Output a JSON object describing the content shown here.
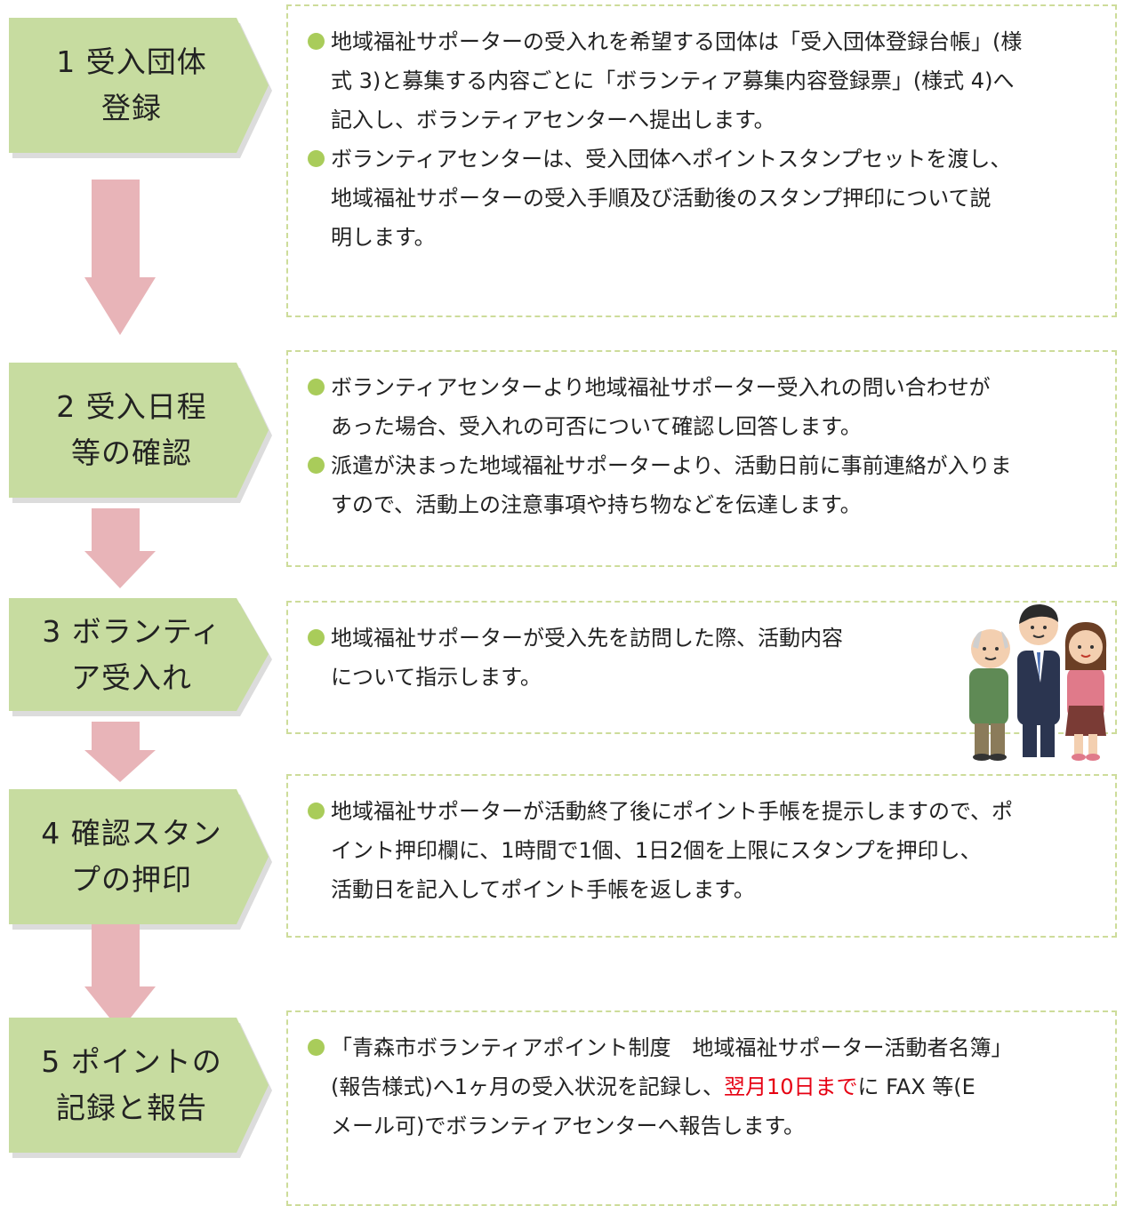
{
  "steps": [
    {
      "lines": [
        "1 受入団体",
        "登録"
      ],
      "bullets": [
        [
          "地域福祉サポーターの受入れを希望する団体は「受入団体登録台帳」(様",
          "式 3)と募集する内容ごとに「ボランティア募集内容登録票」(様式 4)へ",
          "記入し、ボランティアセンターへ提出します。"
        ],
        [
          "ボランティアセンターは、受入団体へポイントスタンプセットを渡し、",
          "地域福祉サポーターの受入手順及び活動後のスタンプ押印について説",
          "明します。"
        ]
      ]
    },
    {
      "lines": [
        "2 受入日程",
        "等の確認"
      ],
      "bullets": [
        [
          "ボランティアセンターより地域福祉サポーター受入れの問い合わせが",
          "あった場合、受入れの可否について確認し回答します。"
        ],
        [
          "派遣が決まった地域福祉サポーターより、活動日前に事前連絡が入りま",
          "すので、活動上の注意事項や持ち物などを伝達します。"
        ]
      ]
    },
    {
      "lines": [
        "3 ボランティ",
        "ア受入れ"
      ],
      "bullets": [
        [
          "地域福祉サポーターが受入先を訪問した際、活動内容",
          "について指示します。"
        ]
      ]
    },
    {
      "lines": [
        "4 確認スタン",
        "プの押印"
      ],
      "bullets": [
        [
          "地域福祉サポーターが活動終了後にポイント手帳を提示しますので、ポ",
          "イント押印欄に、1時間で1個、1日2個を上限にスタンプを押印し、",
          "活動日を記入してポイント手帳を返します。"
        ]
      ]
    },
    {
      "lines": [
        "5 ポイントの",
        "記録と報告"
      ],
      "bullet5": {
        "line1": " 「青森市ボランティアポイント制度　地域福祉サポーター活動者名簿」",
        "line2_pre": "(報告様式)へ1ヶ月の受入状況を記録し、",
        "line2_red": "翌月10日まで",
        "line2_post": "に FAX 等(E",
        "line3": "メール可)でボランティアセンターへ報告します。"
      }
    }
  ],
  "colors": {
    "step_fill": "#c7dca0",
    "arrow_fill": "#e8b4b8",
    "box_border": "#cddc9a",
    "bullet": "#a9cc5a",
    "highlight": "#e60012"
  }
}
